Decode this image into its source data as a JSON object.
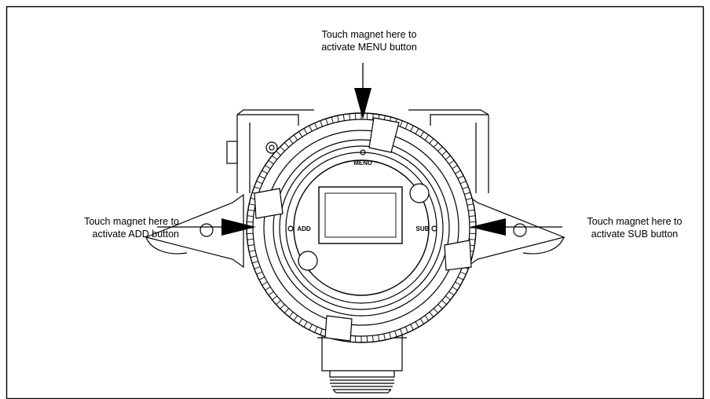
{
  "callouts": {
    "menu": {
      "line1": "Touch magnet here to",
      "line2": "activate MENU button"
    },
    "add": {
      "line1": "Touch magnet here to",
      "line2": "activate ADD button"
    },
    "sub": {
      "line1": "Touch magnet here to",
      "line2": "activate SUB button"
    }
  },
  "device_labels": {
    "menu": "MENU",
    "add": "ADD",
    "sub": "SUB"
  },
  "colors": {
    "ink": "#000000",
    "background": "#ffffff"
  }
}
